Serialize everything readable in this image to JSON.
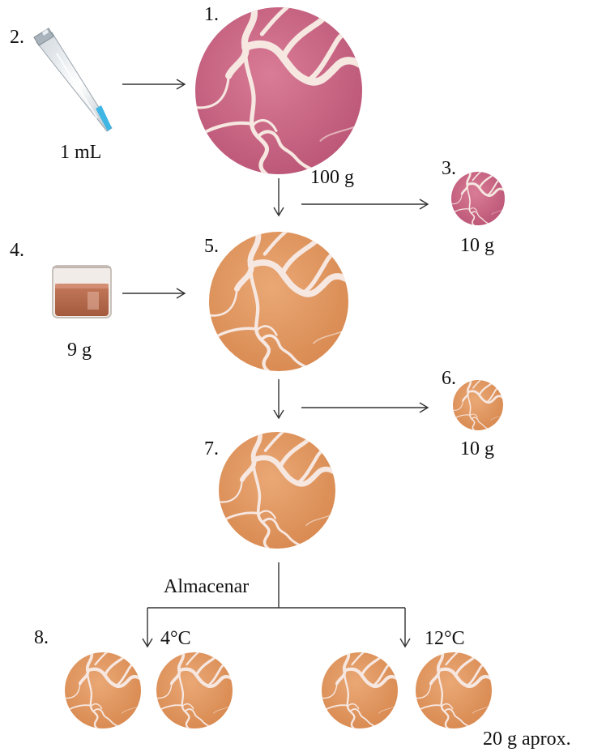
{
  "steps": {
    "s1": "1.",
    "s2": "2.",
    "s3": "3.",
    "s4": "4.",
    "s5": "5.",
    "s6": "6.",
    "s7": "7.",
    "s8": "8."
  },
  "quantities": {
    "pipette": "1 mL",
    "sample_main": "100 g",
    "sample_3": "10 g",
    "liquid": "9 g",
    "sample_6": "10 g",
    "final": "20 g aprox."
  },
  "storage": {
    "label": "Almacenar",
    "temp_low": "4°C",
    "temp_high": "12°C"
  },
  "colors": {
    "pink_sample": "#cc6a86",
    "orange_sample": "#e39a62",
    "vein": "#f6e7e1",
    "pipette_tip": "#3fb6e3",
    "liquid": "#b5694b"
  }
}
